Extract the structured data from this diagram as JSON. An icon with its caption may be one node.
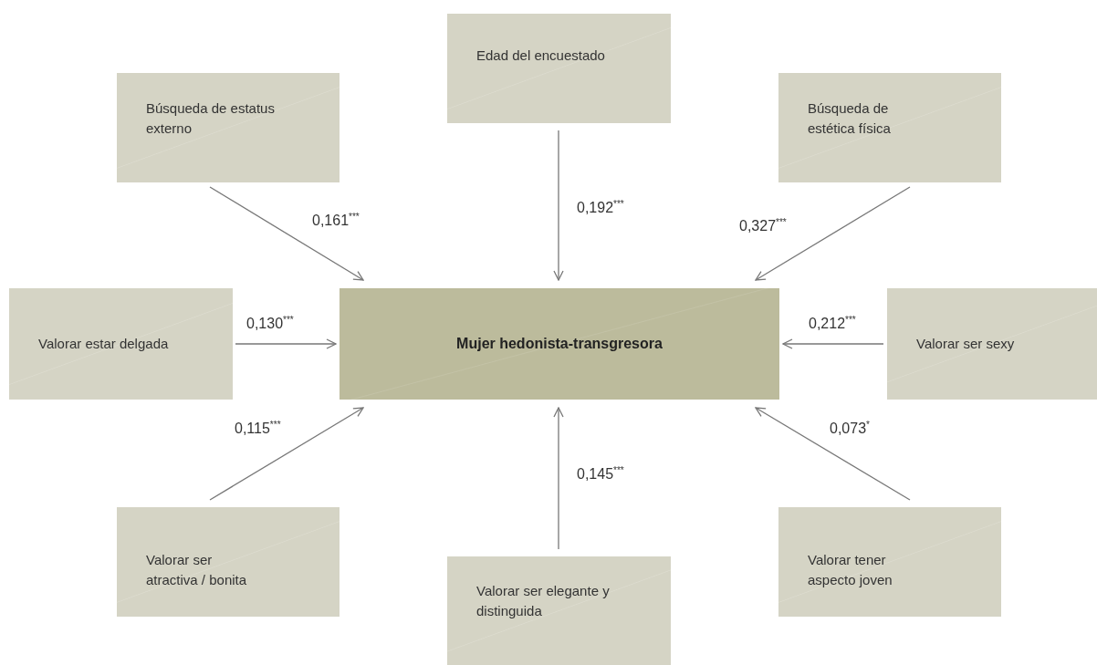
{
  "diagram": {
    "nodes": [
      {
        "text": [
          "Edad del encuestado"
        ]
      },
      {
        "text": [
          "Búsqueda de estatus externo"
        ]
      },
      {
        "text": [
          "Búsqueda de estética física"
        ]
      },
      {
        "text": [
          "Valorar estar delgada"
        ]
      },
      {
        "text": [
          "Mujer hedonista-transgresora"
        ]
      },
      {
        "text": [
          "Valorar ser sexy"
        ]
      },
      {
        "text": [
          "Valorar ser atractiva / bonita"
        ]
      },
      {
        "text": [
          "Valorar tener aspecto joven"
        ]
      },
      {
        "text": [
          "Valorar ser elegante y distinguida"
        ]
      }
    ],
    "edges": [
      {
        "from": 1,
        "to": 4,
        "arrow": "to",
        "label": "0,161$^{***}$"
      },
      {
        "from": 0,
        "to": 4,
        "arrow": "to",
        "label": "0,192$^{***}$"
      },
      {
        "from": 2,
        "to": 4,
        "arrow": "to",
        "label": "0,327$^{***}$"
      },
      {
        "from": 3,
        "to": 4,
        "arrow": "to",
        "label": "0,130$^{***}$"
      },
      {
        "from": 5,
        "to": 4,
        "arrow": "to",
        "label": "0,212$^{***}$"
      },
      {
        "from": 6,
        "to": 4,
        "arrow": "to",
        "label": "0,115$^{***}$"
      },
      {
        "from": 8,
        "to": 4,
        "arrow": "to",
        "label": "0,145$^{***}$"
      },
      {
        "from": 7,
        "to": 4,
        "arrow": "to",
        "label": "0,073$^{*}$"
      }
    ]
  }
}
